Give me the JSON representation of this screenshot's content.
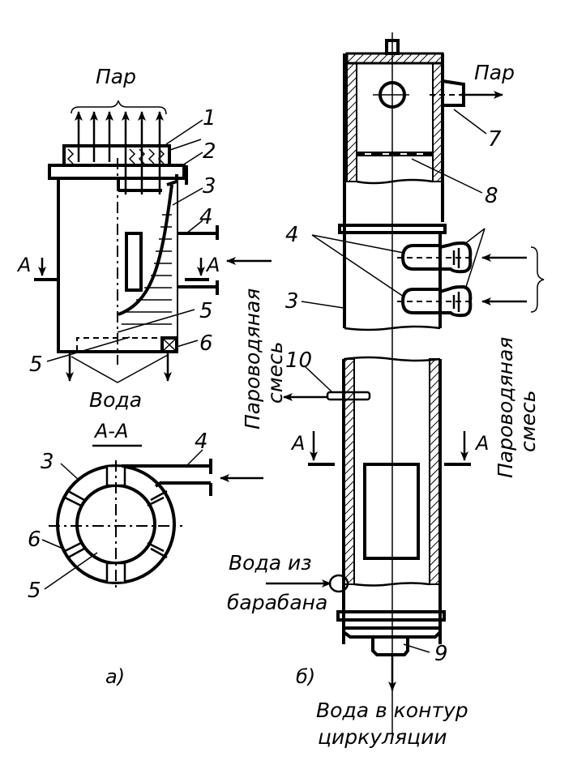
{
  "figure": {
    "panel_a": {
      "caption": "а)",
      "labels": {
        "steam_top": "Пар",
        "water_bottom": "Вода",
        "section_title": "А-А",
        "section_mark_left": "А",
        "section_mark_right": "А",
        "mixture_vertical": "Пароводяная смесь"
      },
      "callouts": [
        "1",
        "2",
        "3",
        "4",
        "5",
        "5",
        "6"
      ],
      "section_callouts": [
        "3",
        "4",
        "6",
        "5"
      ]
    },
    "panel_b": {
      "caption": "б)",
      "labels": {
        "steam_out": "Пар",
        "mixture_vertical": "Пароводяная смесь",
        "water_from_drum_line1": "Вода из",
        "water_from_drum_line2": "барабана",
        "water_to_circuit_line1": "Вода в контур",
        "water_to_circuit_line2": "циркуляции",
        "section_mark_left": "А",
        "section_mark_right": "А"
      },
      "callouts": [
        "7",
        "8",
        "4",
        "3",
        "10",
        "9"
      ]
    }
  }
}
